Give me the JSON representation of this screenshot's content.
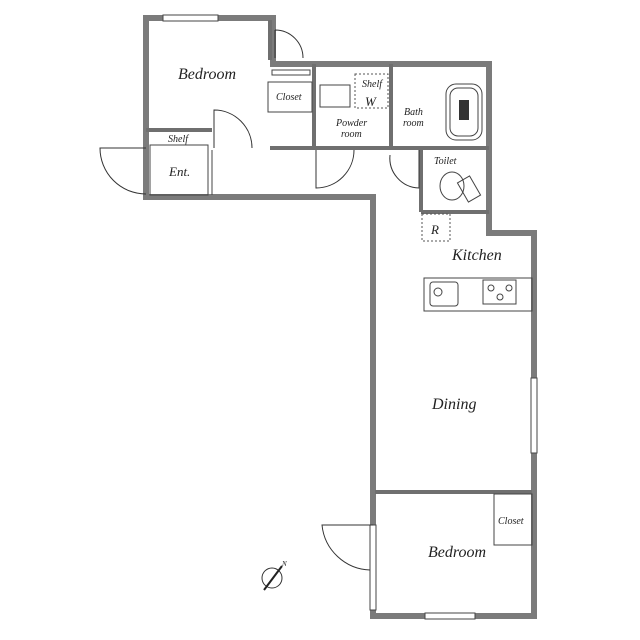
{
  "rooms": {
    "bedroom_top": "Bedroom",
    "closet_top": "Closet",
    "shelf_entrance": "Shelf",
    "entrance": "Ent.",
    "shelf_powder": "Shelf",
    "washer": "W",
    "powder_room_line1": "Powder",
    "powder_room_line2": "room",
    "bathroom_line1": "Bath",
    "bathroom_line2": "room",
    "toilet": "Toilet",
    "refrigerator": "R",
    "kitchen": "Kitchen",
    "dining": "Dining",
    "bedroom_bottom": "Bedroom",
    "closet_bottom": "Closet"
  },
  "compass": {
    "label": "N"
  },
  "colors": {
    "wall": "#7b7b7b",
    "line": "#333333"
  }
}
